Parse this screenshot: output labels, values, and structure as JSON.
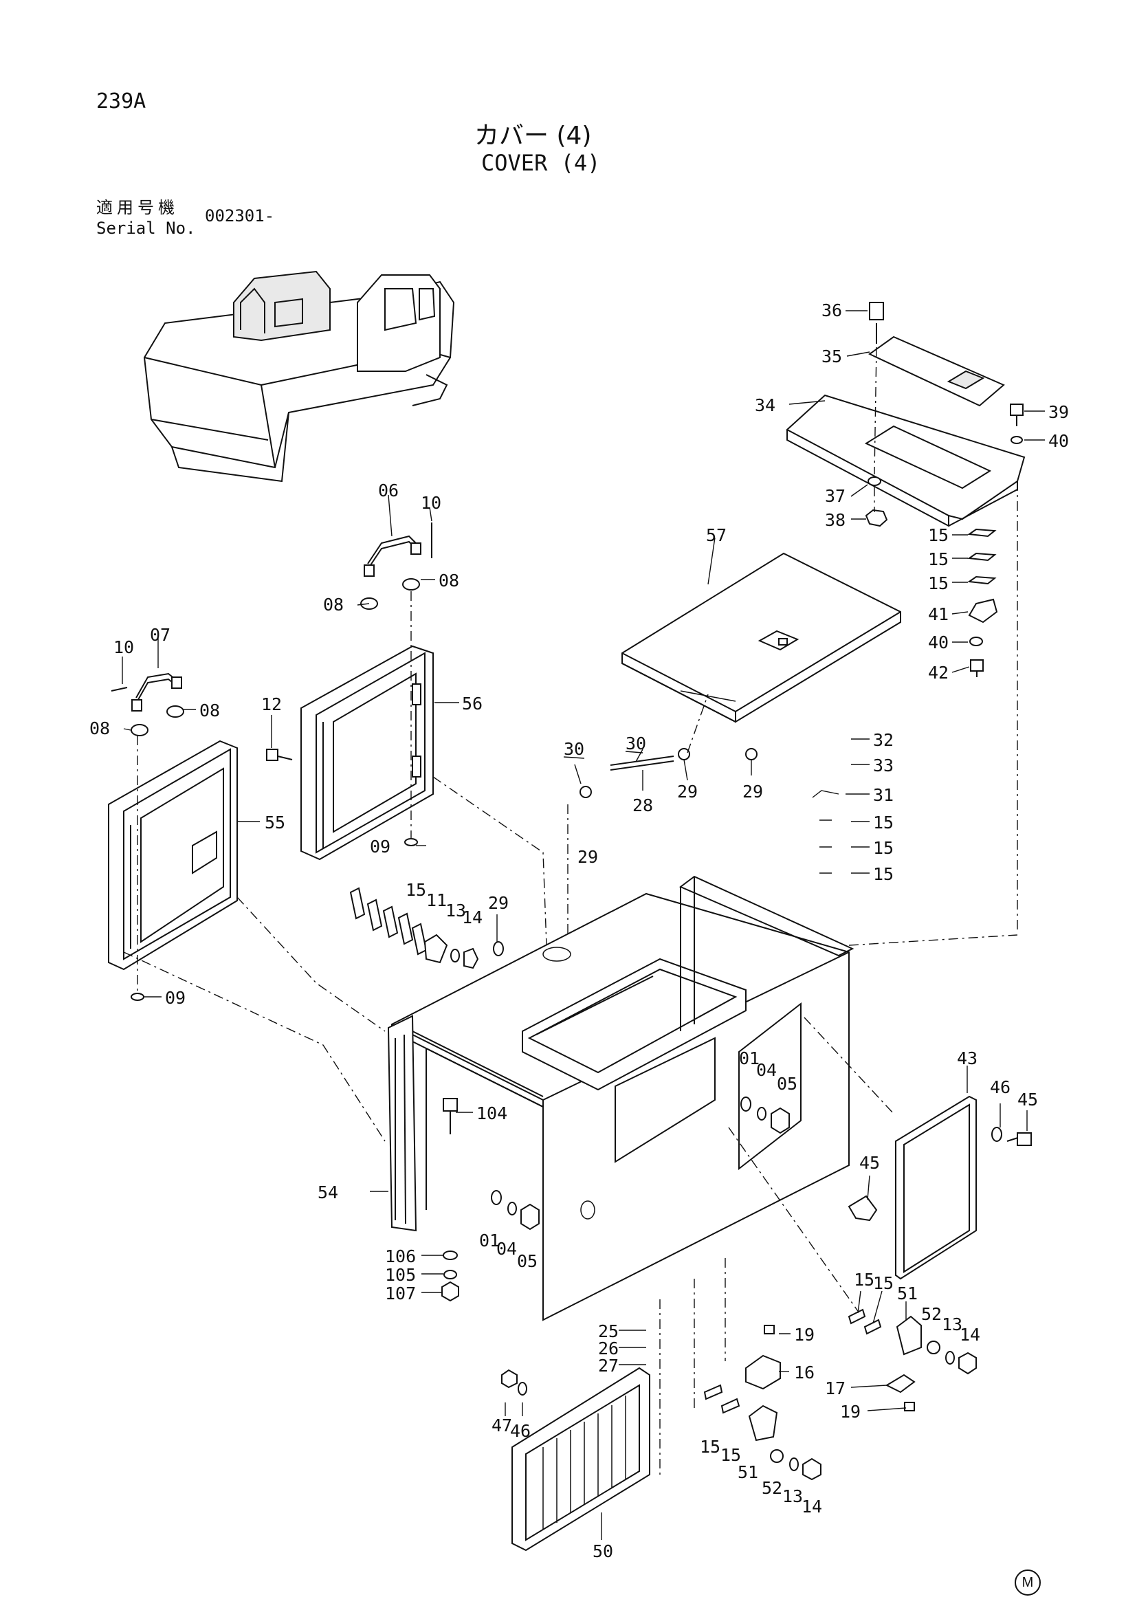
{
  "page": {
    "number": "239A",
    "title_jp": "カバー (4)",
    "title_en": "COVER (4)",
    "serial_label_jp": "適用号機",
    "serial_label_en": "Serial No.",
    "serial_value": "002301-",
    "corner_mark": "M"
  },
  "callouts": [
    "36",
    "35",
    "34",
    "39",
    "40",
    "37",
    "38",
    "15",
    "15",
    "15",
    "41",
    "40",
    "42",
    "06",
    "10",
    "08",
    "08",
    "57",
    "10",
    "07",
    "08",
    "08",
    "12",
    "56",
    "55",
    "30",
    "30",
    "29",
    "29",
    "28",
    "29",
    "32",
    "33",
    "31",
    "15",
    "15",
    "15",
    "09",
    "15",
    "11",
    "13",
    "14",
    "29",
    "09",
    "01",
    "04",
    "05",
    "43",
    "46",
    "45",
    "104",
    "54",
    "45",
    "01",
    "04",
    "05",
    "106",
    "105",
    "107",
    "15",
    "15",
    "51",
    "52",
    "13",
    "14",
    "17",
    "19",
    "25",
    "26",
    "27",
    "19",
    "16",
    "47",
    "46",
    "15",
    "15",
    "51",
    "52",
    "13",
    "14",
    "50"
  ]
}
